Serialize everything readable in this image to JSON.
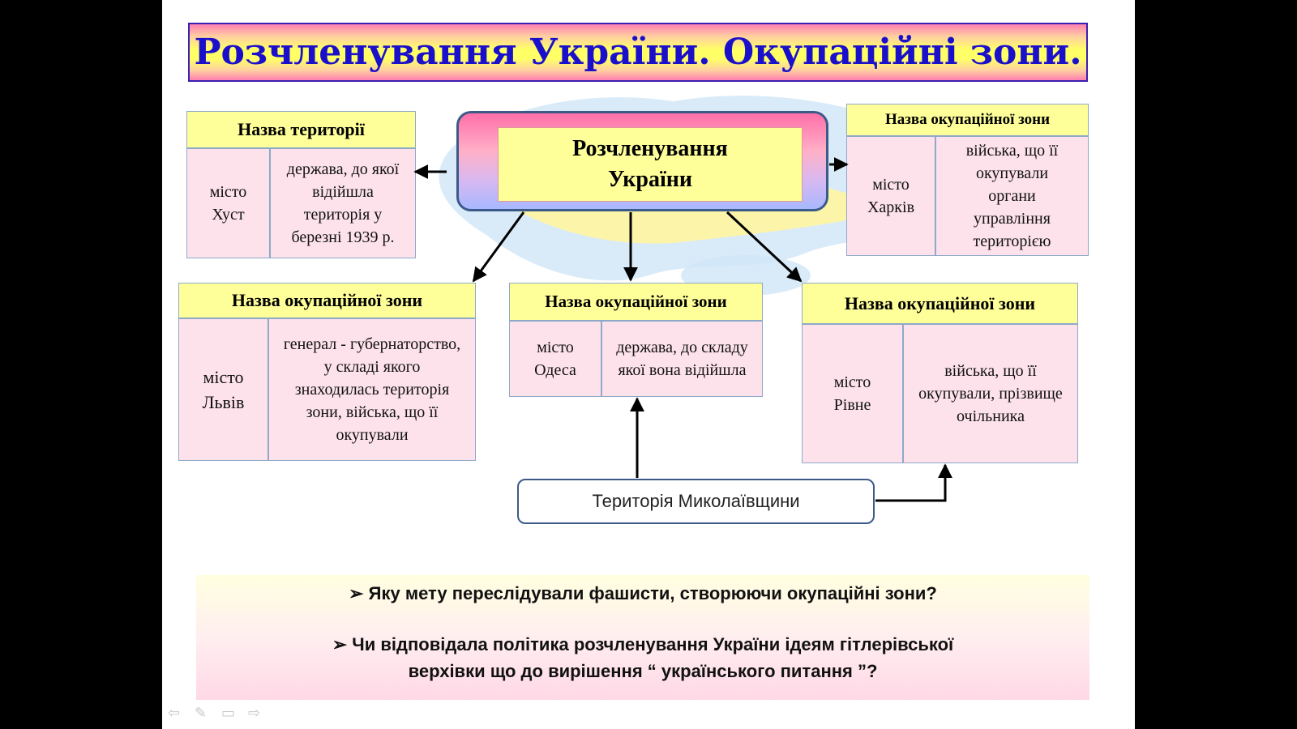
{
  "title": "Розчленування України. Окупаційні зони.",
  "center": {
    "line1": "Розчленування",
    "line2": "України"
  },
  "cards": {
    "khust": {
      "head": "Назва території",
      "left": "місто Хуст",
      "right": "держава, до якої відійшла територія у березні 1939 р."
    },
    "kharkiv": {
      "head": "Назва окупаційної зони",
      "left": "місто Харків",
      "right": "війська, що її окупували органи управління територією"
    },
    "lviv": {
      "head": "Назва окупаційної зони",
      "left": "місто Львів",
      "right": "генерал - губернаторство, у складі якого знаходилась територія зони, війська, що її окупували"
    },
    "odesa": {
      "head": "Назва окупаційної зони",
      "left": "місто Одеса",
      "right": "держава, до складу якої вона відійшла"
    },
    "rivne": {
      "head": "Назва окупаційної зони",
      "left": "місто Рівне",
      "right": "війська, що її окупували, прізвище очільника"
    }
  },
  "mykolaiv": "Територія Миколаївщини",
  "questions": {
    "q1": "➢ Яку мету переслідували фашисти, створюючи окупаційні зони?",
    "q2a": "➢ Чи відповідала політика розчленування України ідеям гітлерівської",
    "q2b": "верхівки що до вирішення “ українського питання ”?"
  },
  "nav": {
    "prev": "⇦",
    "pen": "✎",
    "menu": "▭",
    "next": "⇨"
  },
  "colors": {
    "title_text": "#1a10cc",
    "card_head": "#ffff99",
    "card_body": "#fde2ec",
    "border": "#8ea9c8"
  }
}
